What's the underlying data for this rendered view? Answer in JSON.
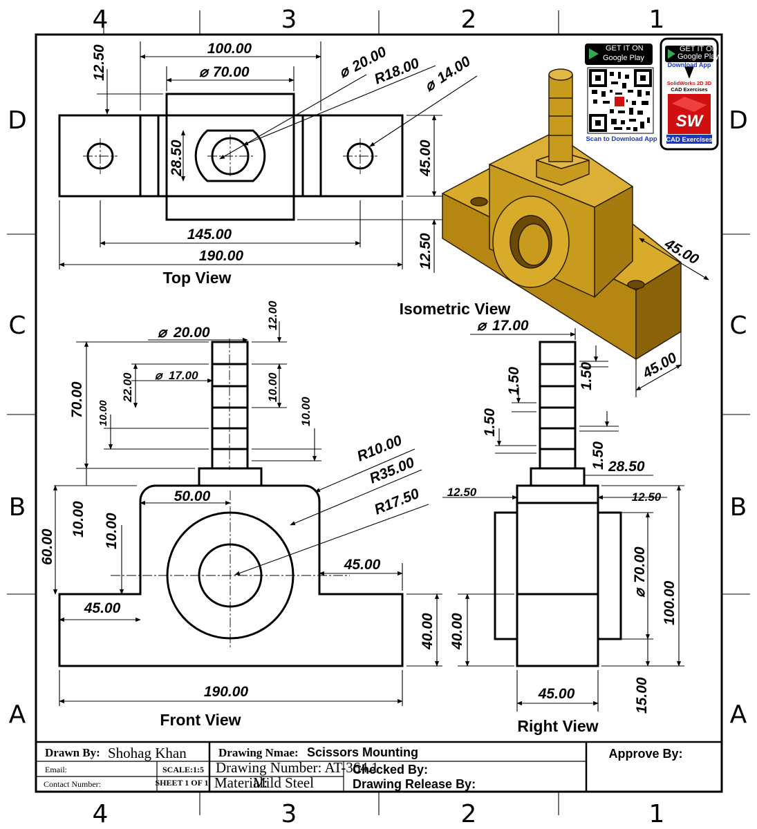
{
  "sheet": {
    "zone_columns": [
      "4",
      "3",
      "2",
      "1"
    ],
    "zone_rows": [
      "D",
      "C",
      "B",
      "A"
    ]
  },
  "views": {
    "top": "Top View",
    "front": "Front View",
    "right": "Right View",
    "isometric": "Isometric View"
  },
  "dimensions": {
    "top": [
      "100.00",
      "70.00",
      "20.00",
      "R18.00",
      "14.00",
      "12.50",
      "28.50",
      "45.00",
      "12.50",
      "145.00",
      "190.00"
    ],
    "iso": [
      "45.00",
      "45.00"
    ],
    "front": [
      "20.00",
      "17.00",
      "12.00",
      "22.00",
      "10.00",
      "70.00",
      "10.00",
      "10.00",
      "R10.00",
      "R35.00",
      "R17.50",
      "50.00",
      "10.00",
      "60.00",
      "10.00",
      "45.00",
      "45.00",
      "40.00",
      "190.00"
    ],
    "right": [
      "17.00",
      "1.50",
      "1.50",
      "1.50",
      "1.50",
      "28.50",
      "12.50",
      "12.50",
      "70.00",
      "100.00",
      "40.00",
      "45.00",
      "15.00"
    ]
  },
  "promo": {
    "get_it_on": "GET IT ON",
    "store": "Google Play",
    "scan_text": "Scan to Download App",
    "download_app": "Download App",
    "app_line1": "SolidWorks 2D 3D",
    "app_line2": "CAD Exercises",
    "logo_footer": "CAD Exercises",
    "logo_letters": "SW"
  },
  "title_block": {
    "drawn_by_label": "Drawn By:",
    "drawn_by": "Shohag Khan",
    "email_label": "Email:",
    "contact_label": "Contact Number:",
    "scale": "SCALE:1:5",
    "sheet": "SHEET 1 OF 1",
    "drawing_name_label": "Drawing Nmae:",
    "drawing_name": "Scissors Mounting",
    "drawing_number": "Drawing Number: AT-364.1",
    "material_label": "Material:",
    "material": "Mild Steel",
    "checked_by": "Checked By:",
    "release_by": "Drawing Release By:",
    "approve_by": "Approve By:"
  },
  "colors": {
    "part_face": "#c89a1e",
    "part_top": "#d8ab2a",
    "part_dark": "#6b4a07",
    "lines": "#000000",
    "link_blue": "#1a37c4",
    "warning_red": "#d01010"
  }
}
